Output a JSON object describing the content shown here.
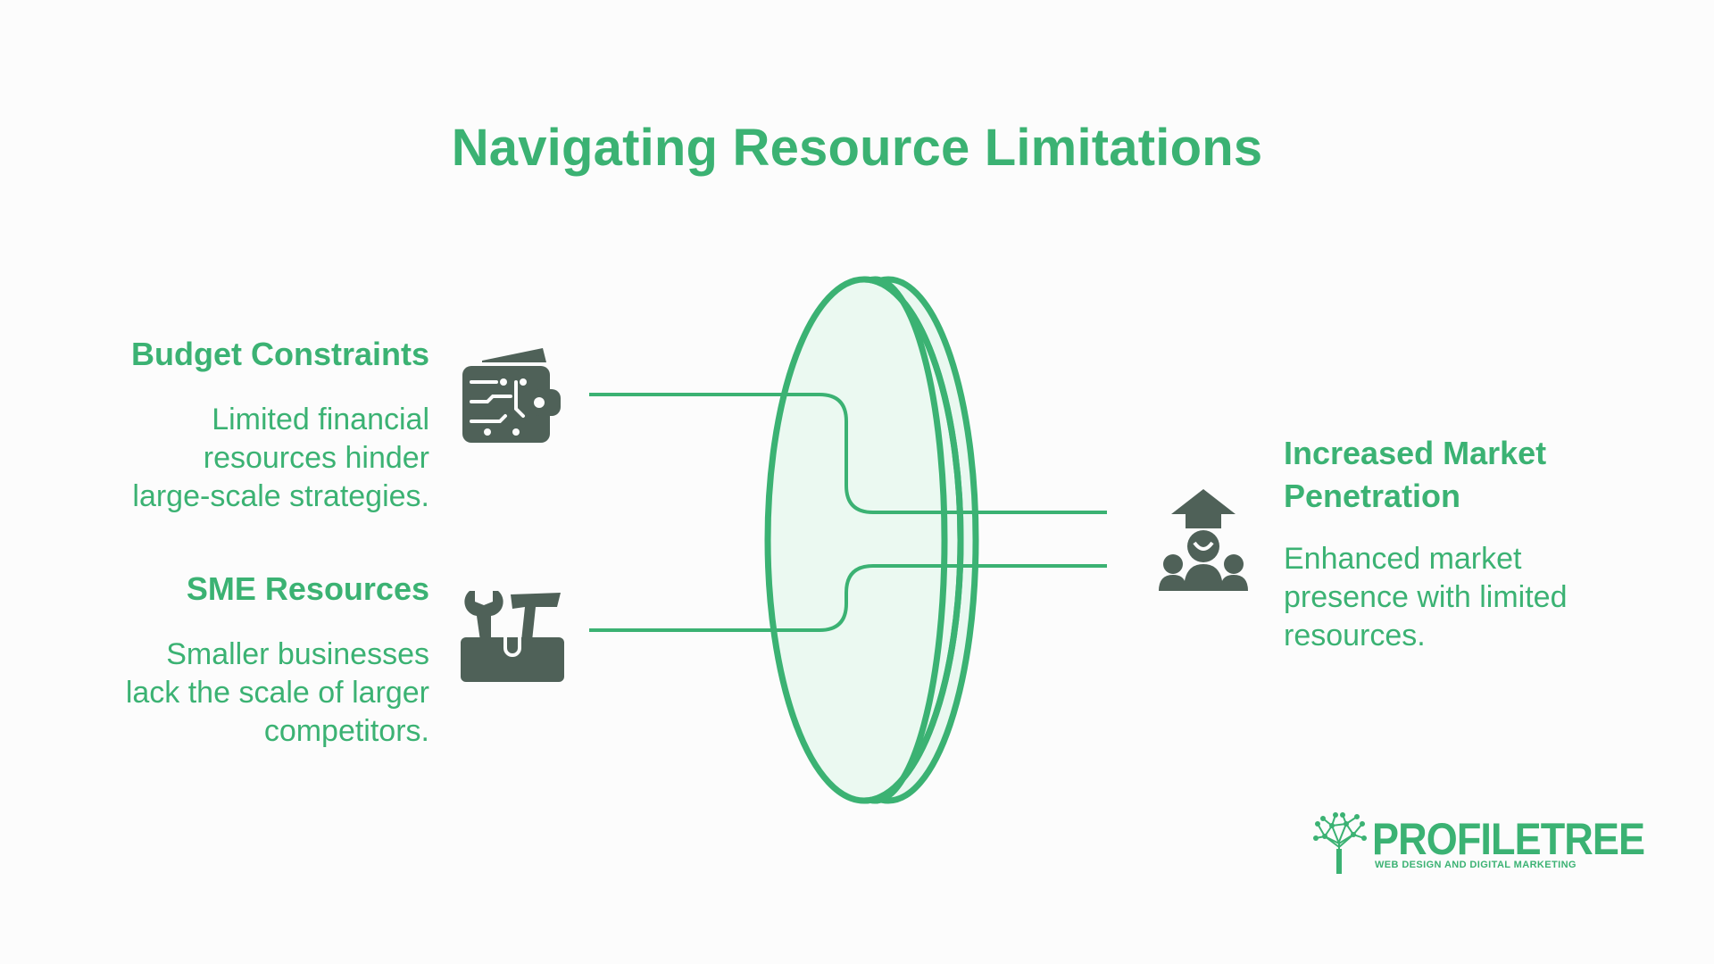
{
  "title": "Navigating Resource Limitations",
  "colors": {
    "accent": "#3bb273",
    "icon": "#4f6158",
    "lens_fill": "#e9f8f0",
    "background": "#fcfcfc"
  },
  "inputs": [
    {
      "heading": "Budget Constraints",
      "description_lines": [
        "Limited financial",
        "resources hinder",
        "large-scale strategies."
      ],
      "icon": "wallet-icon"
    },
    {
      "heading": "SME Resources",
      "description_lines": [
        "Smaller businesses",
        "lack the scale of larger",
        "competitors."
      ],
      "icon": "tools-icon"
    }
  ],
  "output": {
    "heading_lines": [
      "Increased Market",
      "Penetration"
    ],
    "description_lines": [
      "Enhanced market",
      "presence with limited",
      "resources."
    ],
    "icon": "team-growth-icon"
  },
  "logo": {
    "name": "PROFILETREE",
    "tagline": "WEB DESIGN AND DIGITAL MARKETING"
  }
}
